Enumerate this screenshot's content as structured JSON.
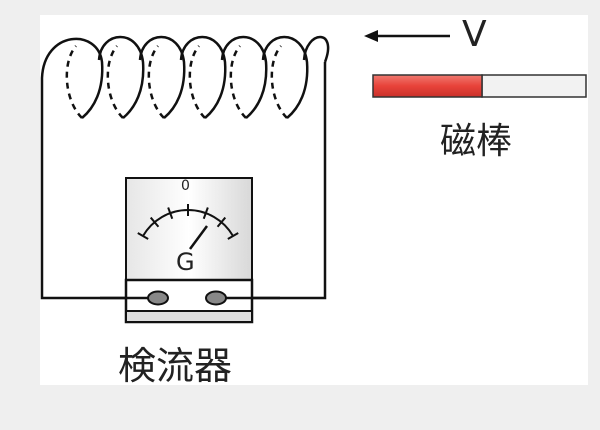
{
  "labels": {
    "velocity": "V",
    "magnet": "磁棒",
    "galvanometer": "検流器",
    "meter_zero": "0",
    "meter_letter": "G"
  },
  "colors": {
    "magnet_red": "#e8433a",
    "magnet_white": "#f4f4f4",
    "line": "#111111"
  },
  "coil": {
    "turns": 6
  }
}
